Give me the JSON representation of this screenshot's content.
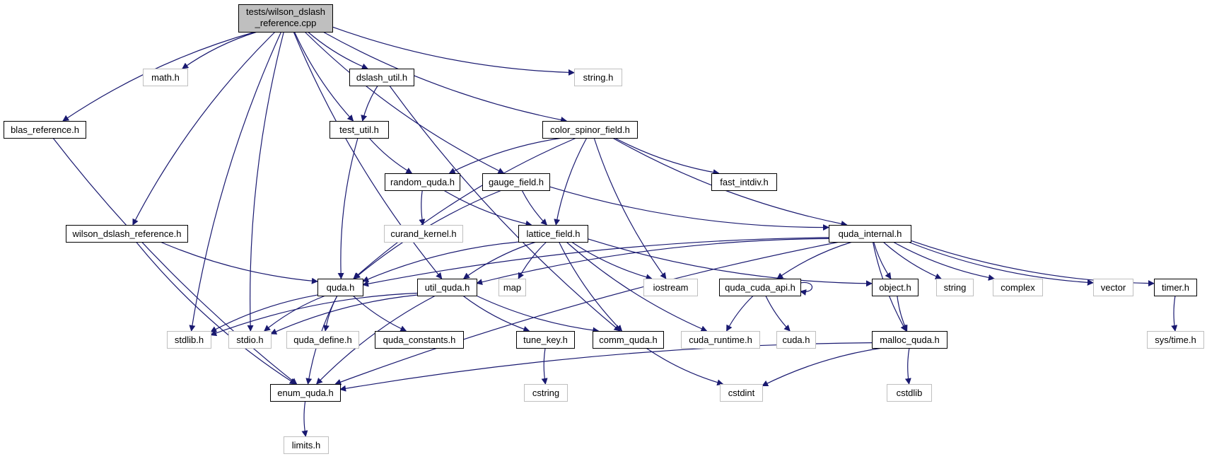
{
  "colors": {
    "edge": "#191970",
    "documented_border": "#000000",
    "undocumented_border": "#bfbfbf",
    "root_fill": "#bfbfbf",
    "node_fill": "#ffffff"
  },
  "nodes": {
    "root_line1": "tests/wilson_dslash",
    "root_line2": "_reference.cpp",
    "math_h": "math.h",
    "dslash_util_h": "dslash_util.h",
    "string_h": "string.h",
    "blas_reference_h": "blas_reference.h",
    "test_util_h": "test_util.h",
    "color_spinor_field_h": "color_spinor_field.h",
    "random_quda_h": "random_quda.h",
    "gauge_field_h": "gauge_field.h",
    "fast_intdiv_h": "fast_intdiv.h",
    "curand_kernel_h": "curand_kernel.h",
    "wilson_dslash_reference_h": "wilson_dslash_reference.h",
    "lattice_field_h": "lattice_field.h",
    "quda_internal_h": "quda_internal.h",
    "quda_h": "quda.h",
    "util_quda_h": "util_quda.h",
    "map": "map",
    "iostream": "iostream",
    "quda_cuda_api_h": "quda_cuda_api.h",
    "object_h": "object.h",
    "string": "string",
    "complex": "complex",
    "vector": "vector",
    "timer_h": "timer.h",
    "stdlib_h": "stdlib.h",
    "stdio_h": "stdio.h",
    "quda_define_h": "quda_define.h",
    "quda_constants_h": "quda_constants.h",
    "tune_key_h": "tune_key.h",
    "comm_quda_h": "comm_quda.h",
    "cuda_runtime_h": "cuda_runtime.h",
    "cuda_h": "cuda.h",
    "malloc_quda_h": "malloc_quda.h",
    "sys_time_h": "sys/time.h",
    "enum_quda_h": "enum_quda.h",
    "cstring": "cstring",
    "cstdint": "cstdint",
    "cstdlib": "cstdlib",
    "limits_h": "limits.h"
  }
}
